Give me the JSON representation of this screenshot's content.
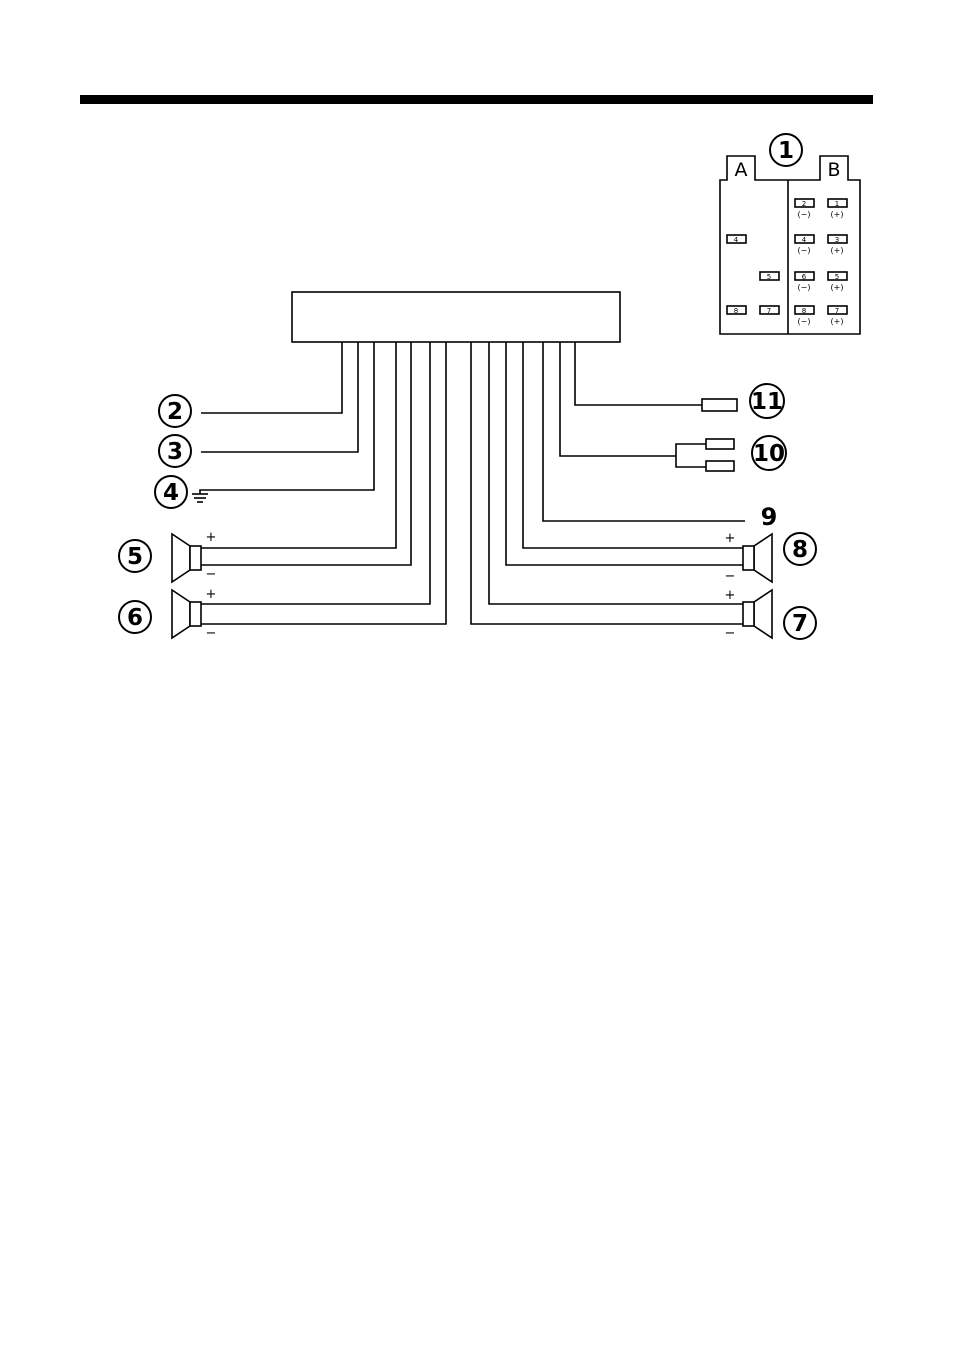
{
  "connector": {
    "callout": "1",
    "block_a_label": "A",
    "block_b_label": "B",
    "block_a_pins": [
      "4",
      "5",
      "8",
      "7"
    ],
    "block_b_rows": [
      {
        "left_pin": "2",
        "left_pol": "(−)",
        "right_pin": "1",
        "right_pol": "(+)"
      },
      {
        "left_pin": "4",
        "left_pol": "(−)",
        "right_pin": "3",
        "right_pol": "(+)"
      },
      {
        "left_pin": "6",
        "left_pol": "(−)",
        "right_pin": "5",
        "right_pol": "(+)"
      },
      {
        "left_pin": "8",
        "left_pol": "(−)",
        "right_pin": "7",
        "right_pol": "(+)"
      }
    ]
  },
  "callouts": {
    "c2": "2",
    "c3": "3",
    "c4": "4",
    "c5": "5",
    "c6": "6",
    "c7": "7",
    "c8": "8",
    "c9": "9",
    "c10": "10",
    "c11": "11"
  },
  "signs": {
    "plus": "+",
    "minus": "−"
  },
  "colors": {
    "ink": "#000000",
    "paper": "#ffffff"
  }
}
